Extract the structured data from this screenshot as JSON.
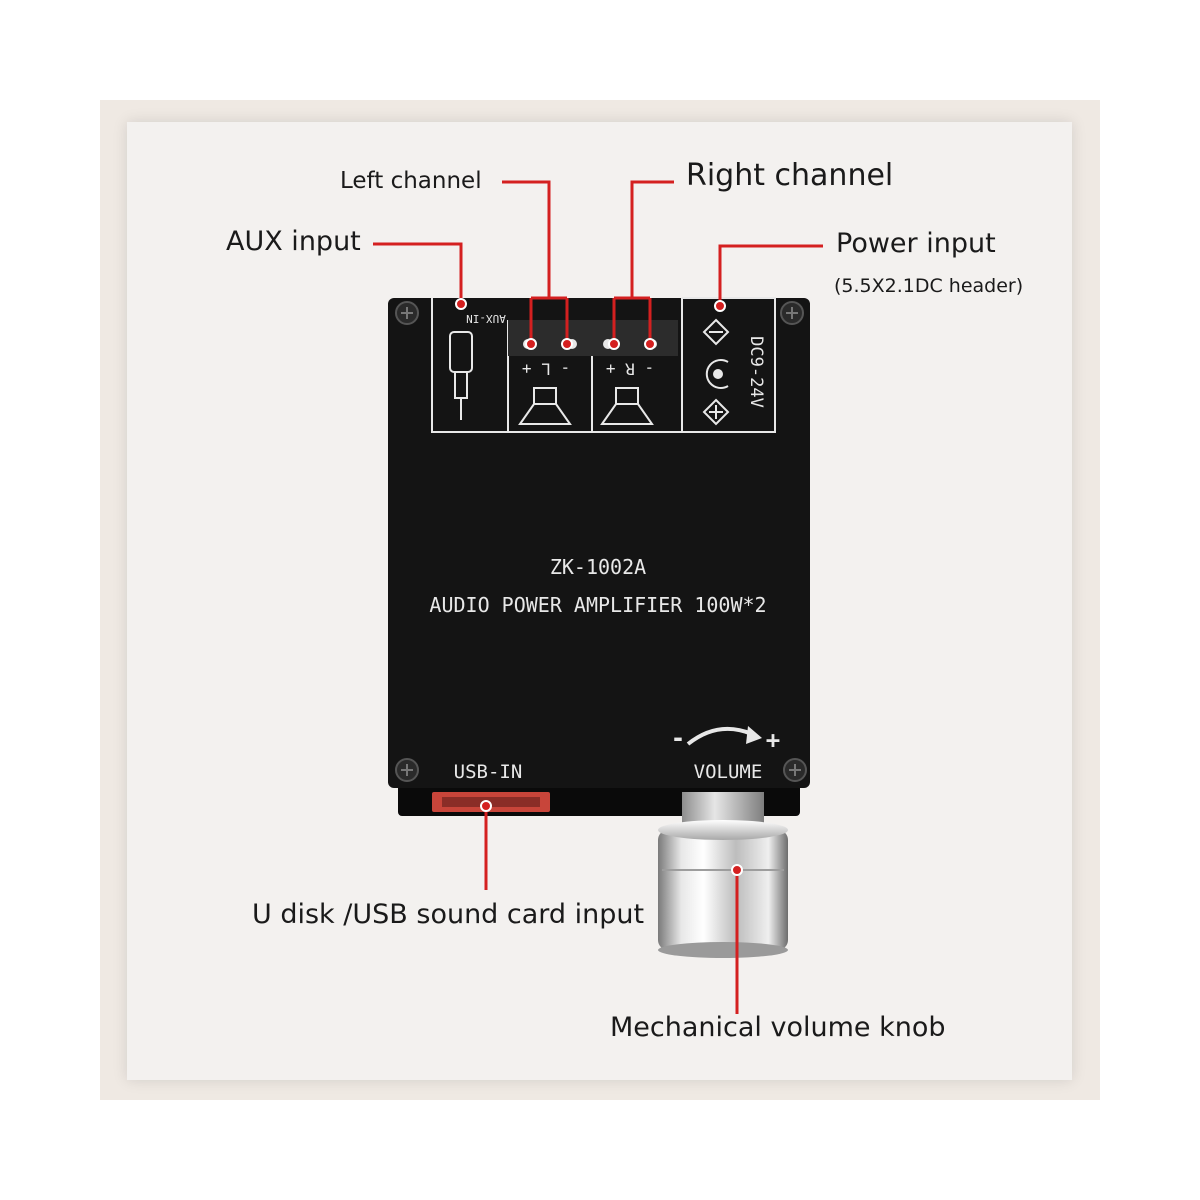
{
  "callouts": {
    "left_channel": "Left channel",
    "right_channel": "Right channel",
    "aux_input": "AUX input",
    "power_input": "Power input",
    "power_input_note": "(5.5X2.1DC header)",
    "usb_input": "U disk /USB sound card input",
    "volume_knob": "Mechanical volume knob"
  },
  "board": {
    "model": "ZK-1002A",
    "description": "AUDIO POWER AMPLIFIER 100W*2",
    "aux_in": "AUX-IN",
    "left_terminal": "- L +",
    "right_terminal": "- R +",
    "dc_rating": "DC9-24V",
    "usb_in": "USB-IN",
    "volume": "VOLUME",
    "volume_minus": "-",
    "volume_plus": "+"
  },
  "colors": {
    "leader_line": "#d42020",
    "board": "#141414",
    "silkscreen": "#e8e8e8",
    "background": "#f3f1ef"
  },
  "icons": [
    "aux-jack-icon",
    "speaker-icon",
    "dc-barrel-icon",
    "volume-arrow-icon",
    "screw-icon",
    "usb-port-icon",
    "volume-knob-icon"
  ]
}
